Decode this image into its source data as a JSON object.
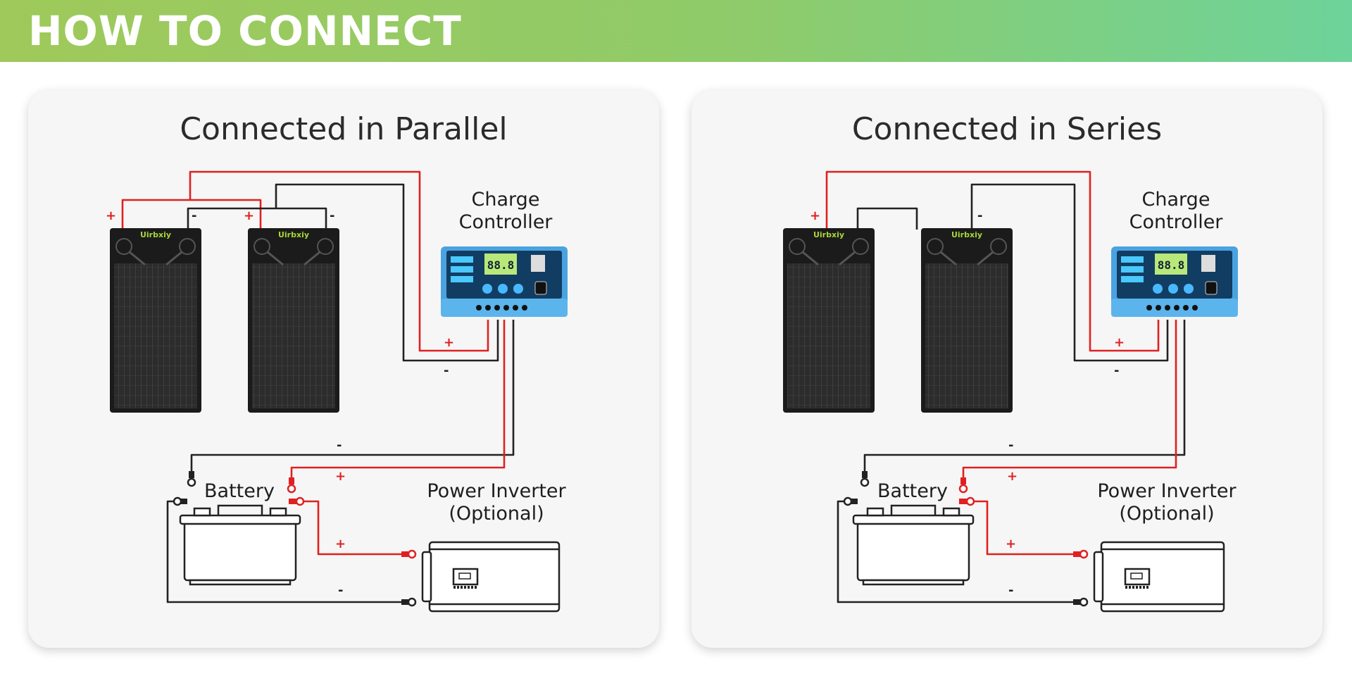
{
  "header": {
    "title": "HOW TO CONNECT"
  },
  "panels": [
    {
      "title": "Connected in Parallel",
      "brand": "Uirbxiy",
      "charge_controller": {
        "line1": "Charge",
        "line2": "Controller"
      },
      "battery": "Battery",
      "inverter": {
        "line1": "Power Inverter",
        "line2": "(Optional)"
      },
      "signs": {
        "plus": "+",
        "minus": "-"
      }
    },
    {
      "title": "Connected in Series",
      "brand": "Uirbxiy",
      "charge_controller": {
        "line1": "Charge",
        "line2": "Controller"
      },
      "battery": "Battery",
      "inverter": {
        "line1": "Power Inverter",
        "line2": "(Optional)"
      },
      "signs": {
        "plus": "+",
        "minus": "-"
      }
    }
  ],
  "colors": {
    "positive_wire": "#e02020",
    "negative_wire": "#222222",
    "controller": "#4aa3e0",
    "panel_cell": "#2a2a2a"
  }
}
